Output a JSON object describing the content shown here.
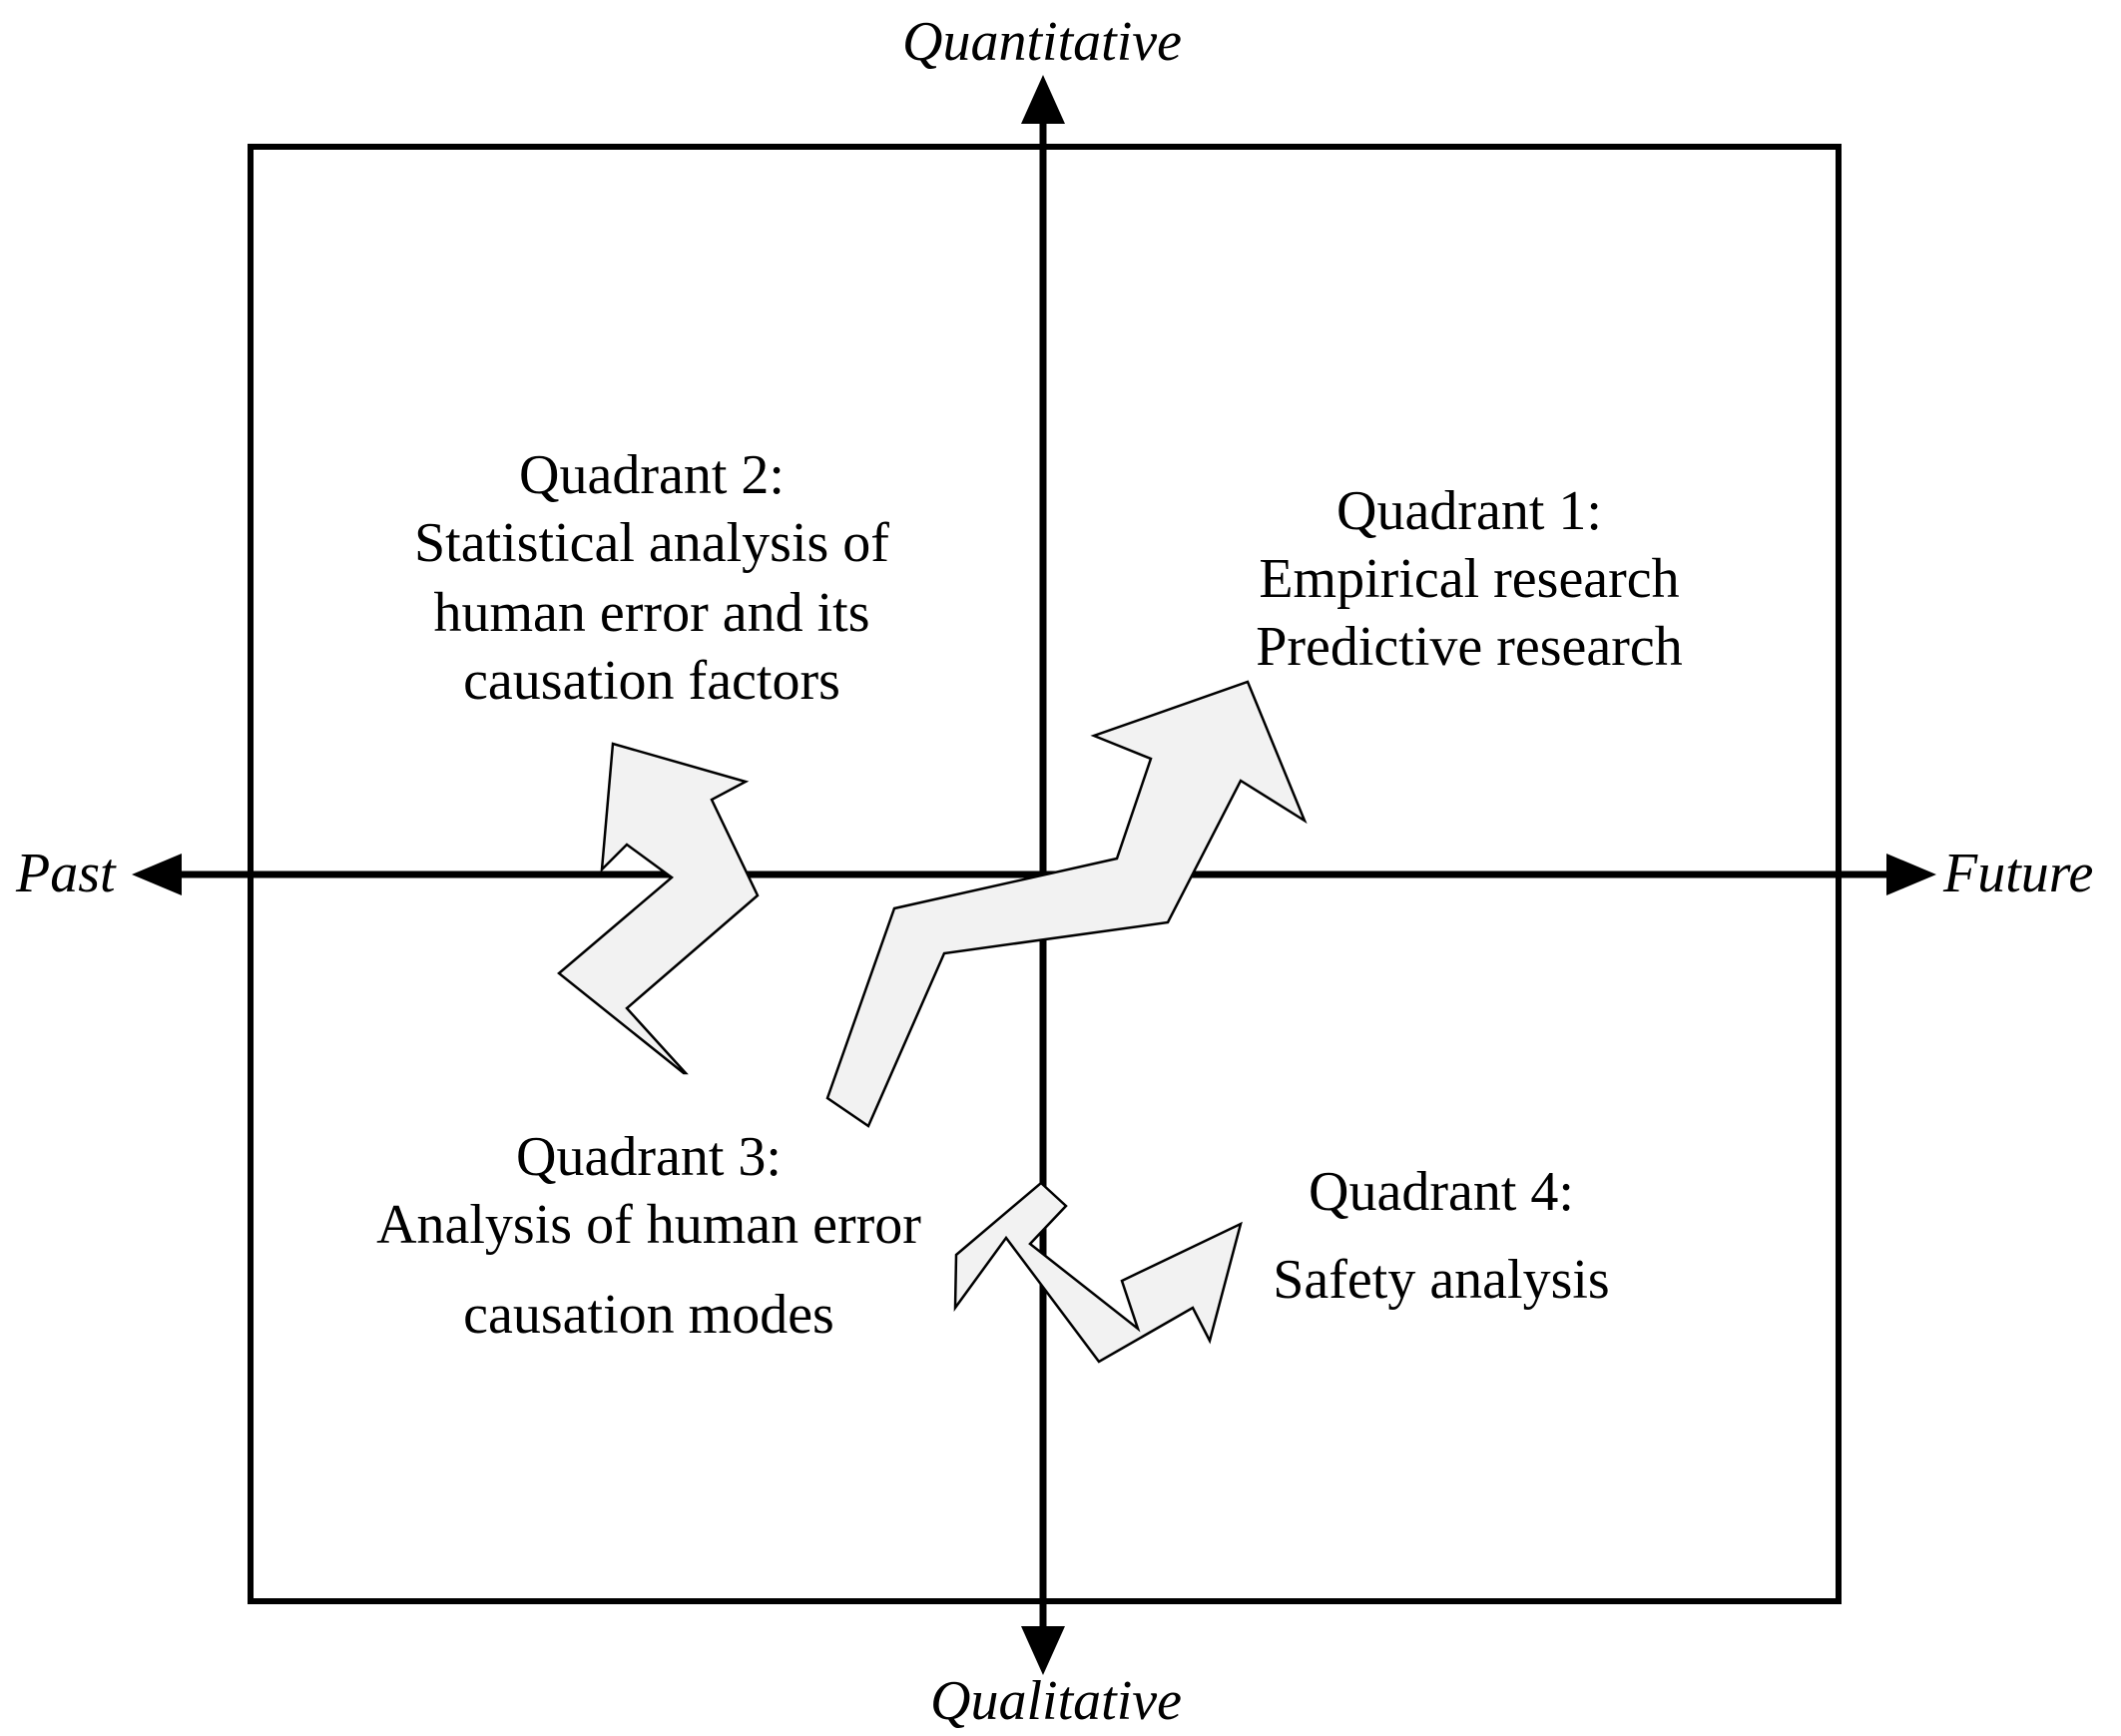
{
  "axes": {
    "top": "Quantitative",
    "bottom": "Qualitative",
    "left": "Past",
    "right": "Future"
  },
  "quadrants": {
    "q1": {
      "lines": [
        "Quadrant 1:",
        "Empirical research",
        "Predictive research"
      ]
    },
    "q2": {
      "lines": [
        "Quadrant 2:",
        "Statistical analysis of",
        "human error and its",
        "causation factors"
      ]
    },
    "q3": {
      "lines": [
        "Quadrant 3:",
        "Analysis of human error",
        "causation modes"
      ]
    },
    "q4": {
      "lines": [
        "Quadrant 4:",
        "Safety analysis"
      ]
    }
  },
  "colors": {
    "stroke": "#000000",
    "arrow_fill": "#f2f2f2",
    "background": "#ffffff"
  }
}
